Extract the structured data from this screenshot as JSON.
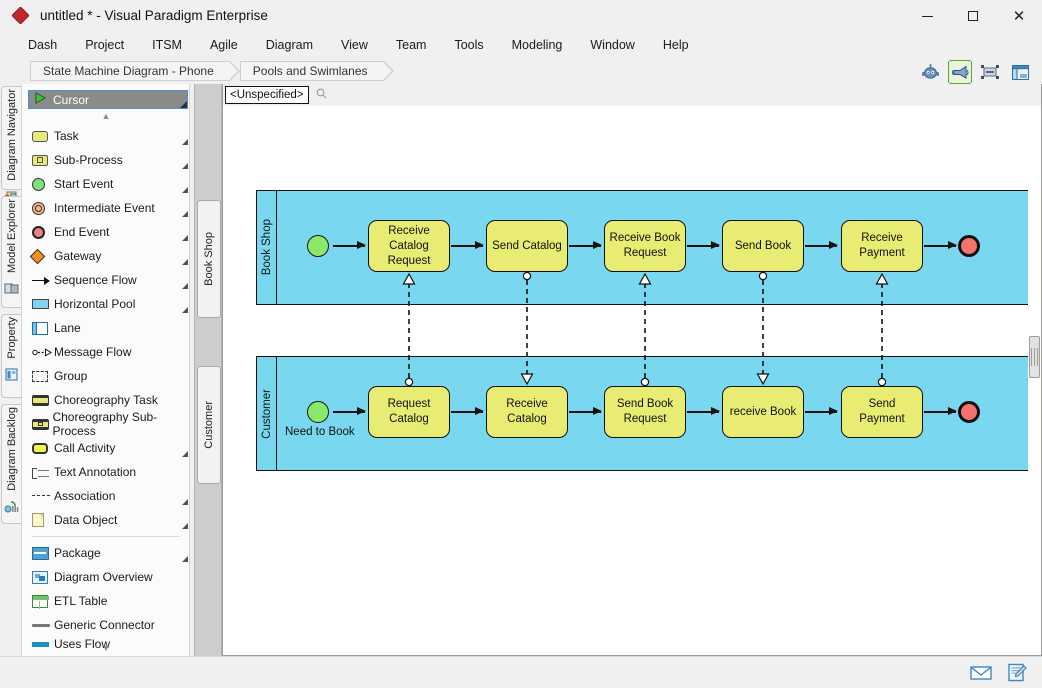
{
  "window": {
    "title": "untitled * - Visual Paradigm Enterprise",
    "logo_icon": "visual-paradigm-diamond-icon",
    "minimize_label": "–",
    "maximize_label": "□",
    "close_label": "✕"
  },
  "menubar": {
    "items": [
      {
        "label": "Dash"
      },
      {
        "label": "Project"
      },
      {
        "label": "ITSM"
      },
      {
        "label": "Agile"
      },
      {
        "label": "Diagram"
      },
      {
        "label": "View"
      },
      {
        "label": "Team"
      },
      {
        "label": "Tools"
      },
      {
        "label": "Modeling"
      },
      {
        "label": "Window"
      },
      {
        "label": "Help"
      }
    ]
  },
  "breadcrumb": {
    "items": [
      {
        "label": "State Machine Diagram - Phone"
      },
      {
        "label": "Pools and Swimlanes"
      }
    ]
  },
  "toolbar_right": {
    "buttons": [
      {
        "icon": "robot-assistant-icon",
        "selected": false
      },
      {
        "icon": "megaphone-announce-icon",
        "selected": true
      },
      {
        "icon": "fit-to-screen-icon",
        "selected": false
      },
      {
        "icon": "panel-layout-icon",
        "selected": false
      }
    ]
  },
  "left_dock": {
    "tabs": [
      {
        "label": "Diagram Navigator",
        "icon": "diagram-navigator-icon"
      },
      {
        "label": "Model Explorer",
        "icon": "model-explorer-icon"
      },
      {
        "label": "Property",
        "icon": "property-icon"
      },
      {
        "label": "Diagram Backlog",
        "icon": "diagram-backlog-icon"
      }
    ]
  },
  "palette": {
    "selected_tool": {
      "label": "Cursor",
      "icon": "cursor-arrow-icon"
    },
    "scroll_up_label": "▲",
    "scroll_down_label": "▼",
    "items": [
      {
        "label": "Task",
        "icon": "bpmn-task-icon",
        "has_submenu": true
      },
      {
        "label": "Sub-Process",
        "icon": "bpmn-subprocess-icon",
        "has_submenu": true
      },
      {
        "label": "Start Event",
        "icon": "bpmn-start-event-icon",
        "has_submenu": true
      },
      {
        "label": "Intermediate Event",
        "icon": "bpmn-intermediate-event-icon",
        "has_submenu": true
      },
      {
        "label": "End Event",
        "icon": "bpmn-end-event-icon",
        "has_submenu": true
      },
      {
        "label": "Gateway",
        "icon": "bpmn-gateway-icon",
        "has_submenu": true
      },
      {
        "label": "Sequence Flow",
        "icon": "bpmn-sequence-flow-icon",
        "has_submenu": true
      },
      {
        "label": "Horizontal Pool",
        "icon": "bpmn-horizontal-pool-icon",
        "has_submenu": true
      },
      {
        "label": "Lane",
        "icon": "bpmn-lane-icon",
        "has_submenu": false
      },
      {
        "label": "Message Flow",
        "icon": "bpmn-message-flow-icon",
        "has_submenu": false
      },
      {
        "label": "Group",
        "icon": "bpmn-group-icon",
        "has_submenu": false
      },
      {
        "label": "Choreography Task",
        "icon": "bpmn-choreography-task-icon",
        "has_submenu": false
      },
      {
        "label": "Choreography Sub-Process",
        "icon": "bpmn-choreography-subprocess-icon",
        "has_submenu": false
      },
      {
        "label": "Call Activity",
        "icon": "bpmn-call-activity-icon",
        "has_submenu": true
      },
      {
        "label": "Text Annotation",
        "icon": "bpmn-text-annotation-icon",
        "has_submenu": false
      },
      {
        "label": "Association",
        "icon": "bpmn-association-icon",
        "has_submenu": true
      },
      {
        "label": "Data Object",
        "icon": "bpmn-data-object-icon",
        "has_submenu": true
      }
    ],
    "items2": [
      {
        "label": "Package",
        "icon": "package-icon",
        "has_submenu": true
      },
      {
        "label": "Diagram Overview",
        "icon": "diagram-overview-icon",
        "has_submenu": false
      },
      {
        "label": "ETL Table",
        "icon": "etl-table-icon",
        "has_submenu": false
      },
      {
        "label": "Generic Connector",
        "icon": "generic-connector-icon",
        "has_submenu": false
      },
      {
        "label": "Uses Flow",
        "icon": "uses-flow-icon",
        "has_submenu": false
      }
    ]
  },
  "pool_strip": {
    "thumbs": [
      {
        "label": "Book Shop"
      },
      {
        "label": "Customer"
      }
    ]
  },
  "canvas_toolbar": {
    "model_value": "<Unspecified>",
    "search_icon": "search-magnifier-icon"
  },
  "diagram": {
    "pools": [
      {
        "name": "Book Shop",
        "start_event": {
          "icon": "bpmn-start-event-icon",
          "label": ""
        },
        "tasks": [
          {
            "label": "Receive\nCatalog\nRequest"
          },
          {
            "label": "Send Catalog"
          },
          {
            "label": "Receive Book\nRequest"
          },
          {
            "label": "Send Book"
          },
          {
            "label": "Receive\nPayment"
          }
        ],
        "end_event": {
          "icon": "bpmn-end-event-icon"
        }
      },
      {
        "name": "Customer",
        "start_event": {
          "icon": "bpmn-start-event-icon",
          "label": "Need to Book"
        },
        "tasks": [
          {
            "label": "Request\nCatalog"
          },
          {
            "label": "Receive\nCatalog"
          },
          {
            "label": "Send Book\nRequest"
          },
          {
            "label": "receive Book"
          },
          {
            "label": "Send\nPayment"
          }
        ],
        "end_event": {
          "icon": "bpmn-end-event-icon"
        }
      }
    ],
    "message_flows": [
      {
        "from": "Request Catalog",
        "to": "Receive Catalog Request",
        "direction": "up"
      },
      {
        "from": "Send Catalog",
        "to": "Receive Catalog",
        "direction": "down"
      },
      {
        "from": "Send Book Request",
        "to": "Receive Book Request",
        "direction": "up"
      },
      {
        "from": "Send Book",
        "to": "receive Book",
        "direction": "down"
      },
      {
        "from": "Send Payment",
        "to": "Receive Payment",
        "direction": "up"
      }
    ]
  },
  "statusbar": {
    "buttons": [
      {
        "icon": "mail-envelope-icon"
      },
      {
        "icon": "note-edit-icon"
      }
    ]
  },
  "colors": {
    "pool_fill": "#7ad7f0",
    "task_fill": "#e9ec72",
    "start_event_fill": "#8ce86b",
    "end_event_fill": "#f5736f",
    "selection_border": "#4a90d9",
    "accent_green": "#5aa53a"
  }
}
